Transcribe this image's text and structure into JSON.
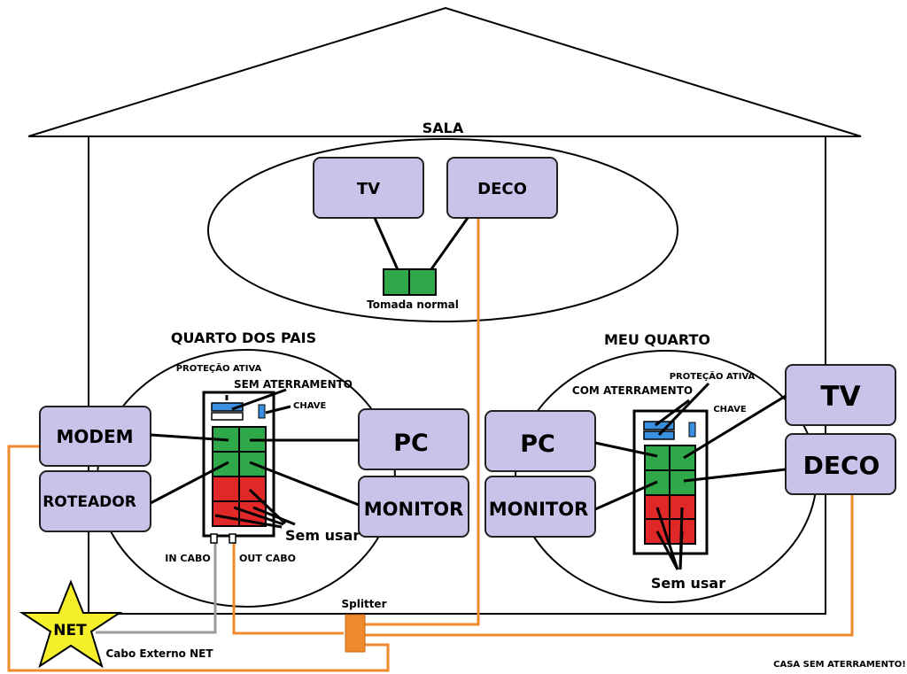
{
  "rooms": {
    "sala": "SALA",
    "quarto_pais": "QUARTO DOS PAIS",
    "meu_quarto": "MEU QUARTO"
  },
  "sala": {
    "tv": "TV",
    "deco": "DECO",
    "outlet_label": "Tomada normal"
  },
  "quarto_pais": {
    "modem": "MODEM",
    "roteador": "ROTEADOR",
    "pc": "PC",
    "monitor": "MONITOR",
    "protecao": "PROTEÇÃO ATIVA",
    "aterramento": "SEM ATERRAMENTO",
    "chave": "CHAVE",
    "sem_usar": "Sem usar",
    "in_cabo": "IN CABO",
    "out_cabo": "OUT CABO"
  },
  "meu_quarto": {
    "pc": "PC",
    "monitor": "MONITOR",
    "tv": "TV",
    "deco": "DECO",
    "aterramento": "COM ATERRAMENTO",
    "protecao": "PROTEÇÃO ATIVA",
    "chave": "CHAVE",
    "sem_usar": "Sem usar"
  },
  "net": {
    "label": "NET",
    "cable_label": "Cabo Externo NET",
    "splitter": "Splitter"
  },
  "footer": "CASA SEM ATERRAMENTO!",
  "colors": {
    "device_box": "#c9c3ea",
    "outlet_green": "#2fa84a",
    "outlet_red": "#e02828",
    "coax_orange": "#f08a2c",
    "coax_gray": "#9a9a9a",
    "star_yellow": "#f5f02a",
    "switch_blue": "#3a8fe0"
  }
}
